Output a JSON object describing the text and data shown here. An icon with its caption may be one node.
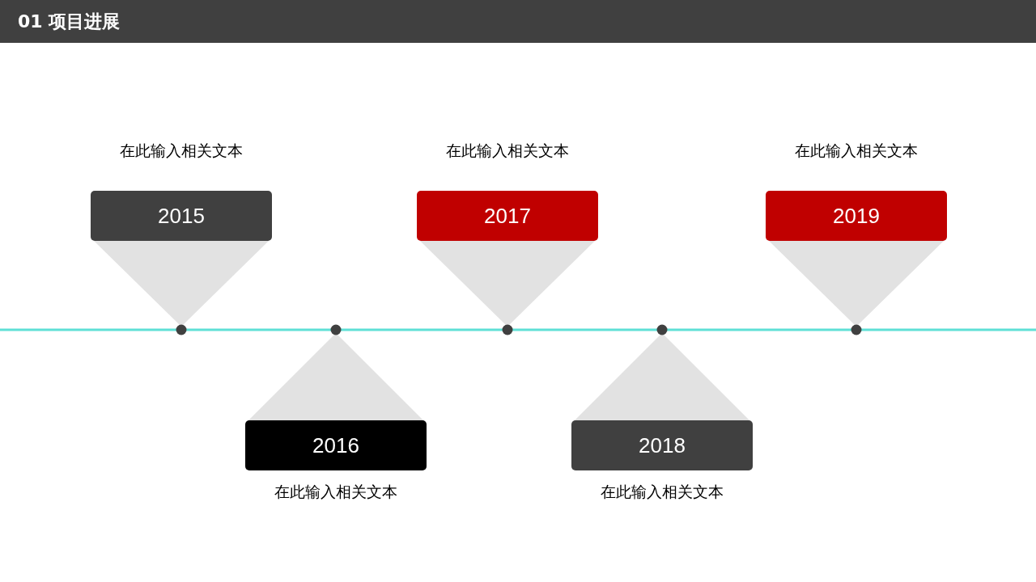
{
  "diagram": {
    "title": "01 项目进展",
    "nodes": [
      {
        "text": [
          "2015"
        ],
        "beside": [
          "在此输入相关文本"
        ]
      },
      {
        "text": [
          "2016"
        ],
        "beside": [
          "在此输入相关文本"
        ]
      },
      {
        "text": [
          "2017"
        ],
        "beside": [
          "在此输入相关文本"
        ]
      },
      {
        "text": [
          "2018"
        ],
        "beside": [
          "在此输入相关文本"
        ]
      },
      {
        "text": [
          "2019"
        ],
        "beside": [
          "在此输入相关文本"
        ]
      }
    ]
  }
}
